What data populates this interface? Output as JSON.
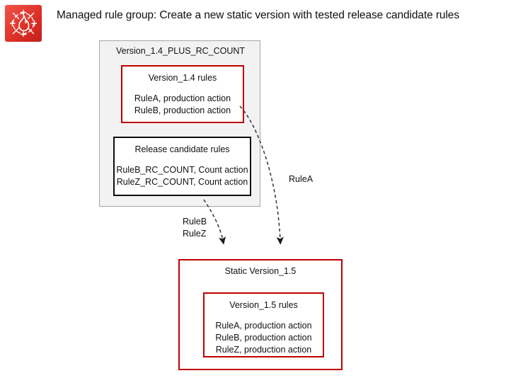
{
  "header": {
    "icon_name": "aws-waf-icon",
    "title": "Managed rule group: Create a new static version with tested release candidate rules"
  },
  "colors": {
    "brand_red": "#C00000",
    "icon_background": "#E23B32",
    "container_fill": "#F2F2F2",
    "container_border": "#A6A6A6",
    "black_border": "#0D0D0D",
    "arrow": "#333333"
  },
  "group_container": {
    "title": "Version_1.4_PLUS_RC_COUNT",
    "boxes": [
      {
        "id": "version-1-4-rules",
        "title": "Version_1.4 rules",
        "border": "red",
        "lines": [
          "RuleA, production action",
          "RuleB, production action"
        ]
      },
      {
        "id": "release-candidate-rules",
        "title": "Release candidate rules",
        "border": "black",
        "lines": [
          "RuleB_RC_COUNT, Count action",
          "RuleZ_RC_COUNT, Count action"
        ]
      }
    ]
  },
  "static_version": {
    "title": "Static Version_1.5",
    "border": "red",
    "inner_box": {
      "id": "version-1-5-rules",
      "title": "Version_1.5 rules",
      "border": "red",
      "lines": [
        "RuleA, production action",
        "RuleB, production action",
        "RuleZ, production action"
      ]
    }
  },
  "arrows": [
    {
      "id": "arrow-rulea",
      "label": "RuleA",
      "from": "version-1-4-rules",
      "to": "static-version"
    },
    {
      "id": "arrow-ruleb-rulez",
      "label_line_1": "RuleB",
      "label_line_2": "RuleZ",
      "from": "release-candidate-rules",
      "to": "static-version"
    }
  ]
}
